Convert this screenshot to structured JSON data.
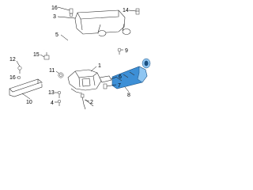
{
  "callouts": {
    "c16a": "16",
    "c3": "3",
    "c14": "14",
    "c5": "5",
    "c15": "15",
    "c12": "12",
    "c16b": "16",
    "c11": "11",
    "c10": "10",
    "c1": "1",
    "c6": "6",
    "c7": "7",
    "c2": "2",
    "c9": "9",
    "c8": "8",
    "c13": "13",
    "c4": "4"
  },
  "colors": {
    "highlight": "#3d8fd6",
    "highlight_light": "#8fc6f2",
    "line": "#333333"
  }
}
